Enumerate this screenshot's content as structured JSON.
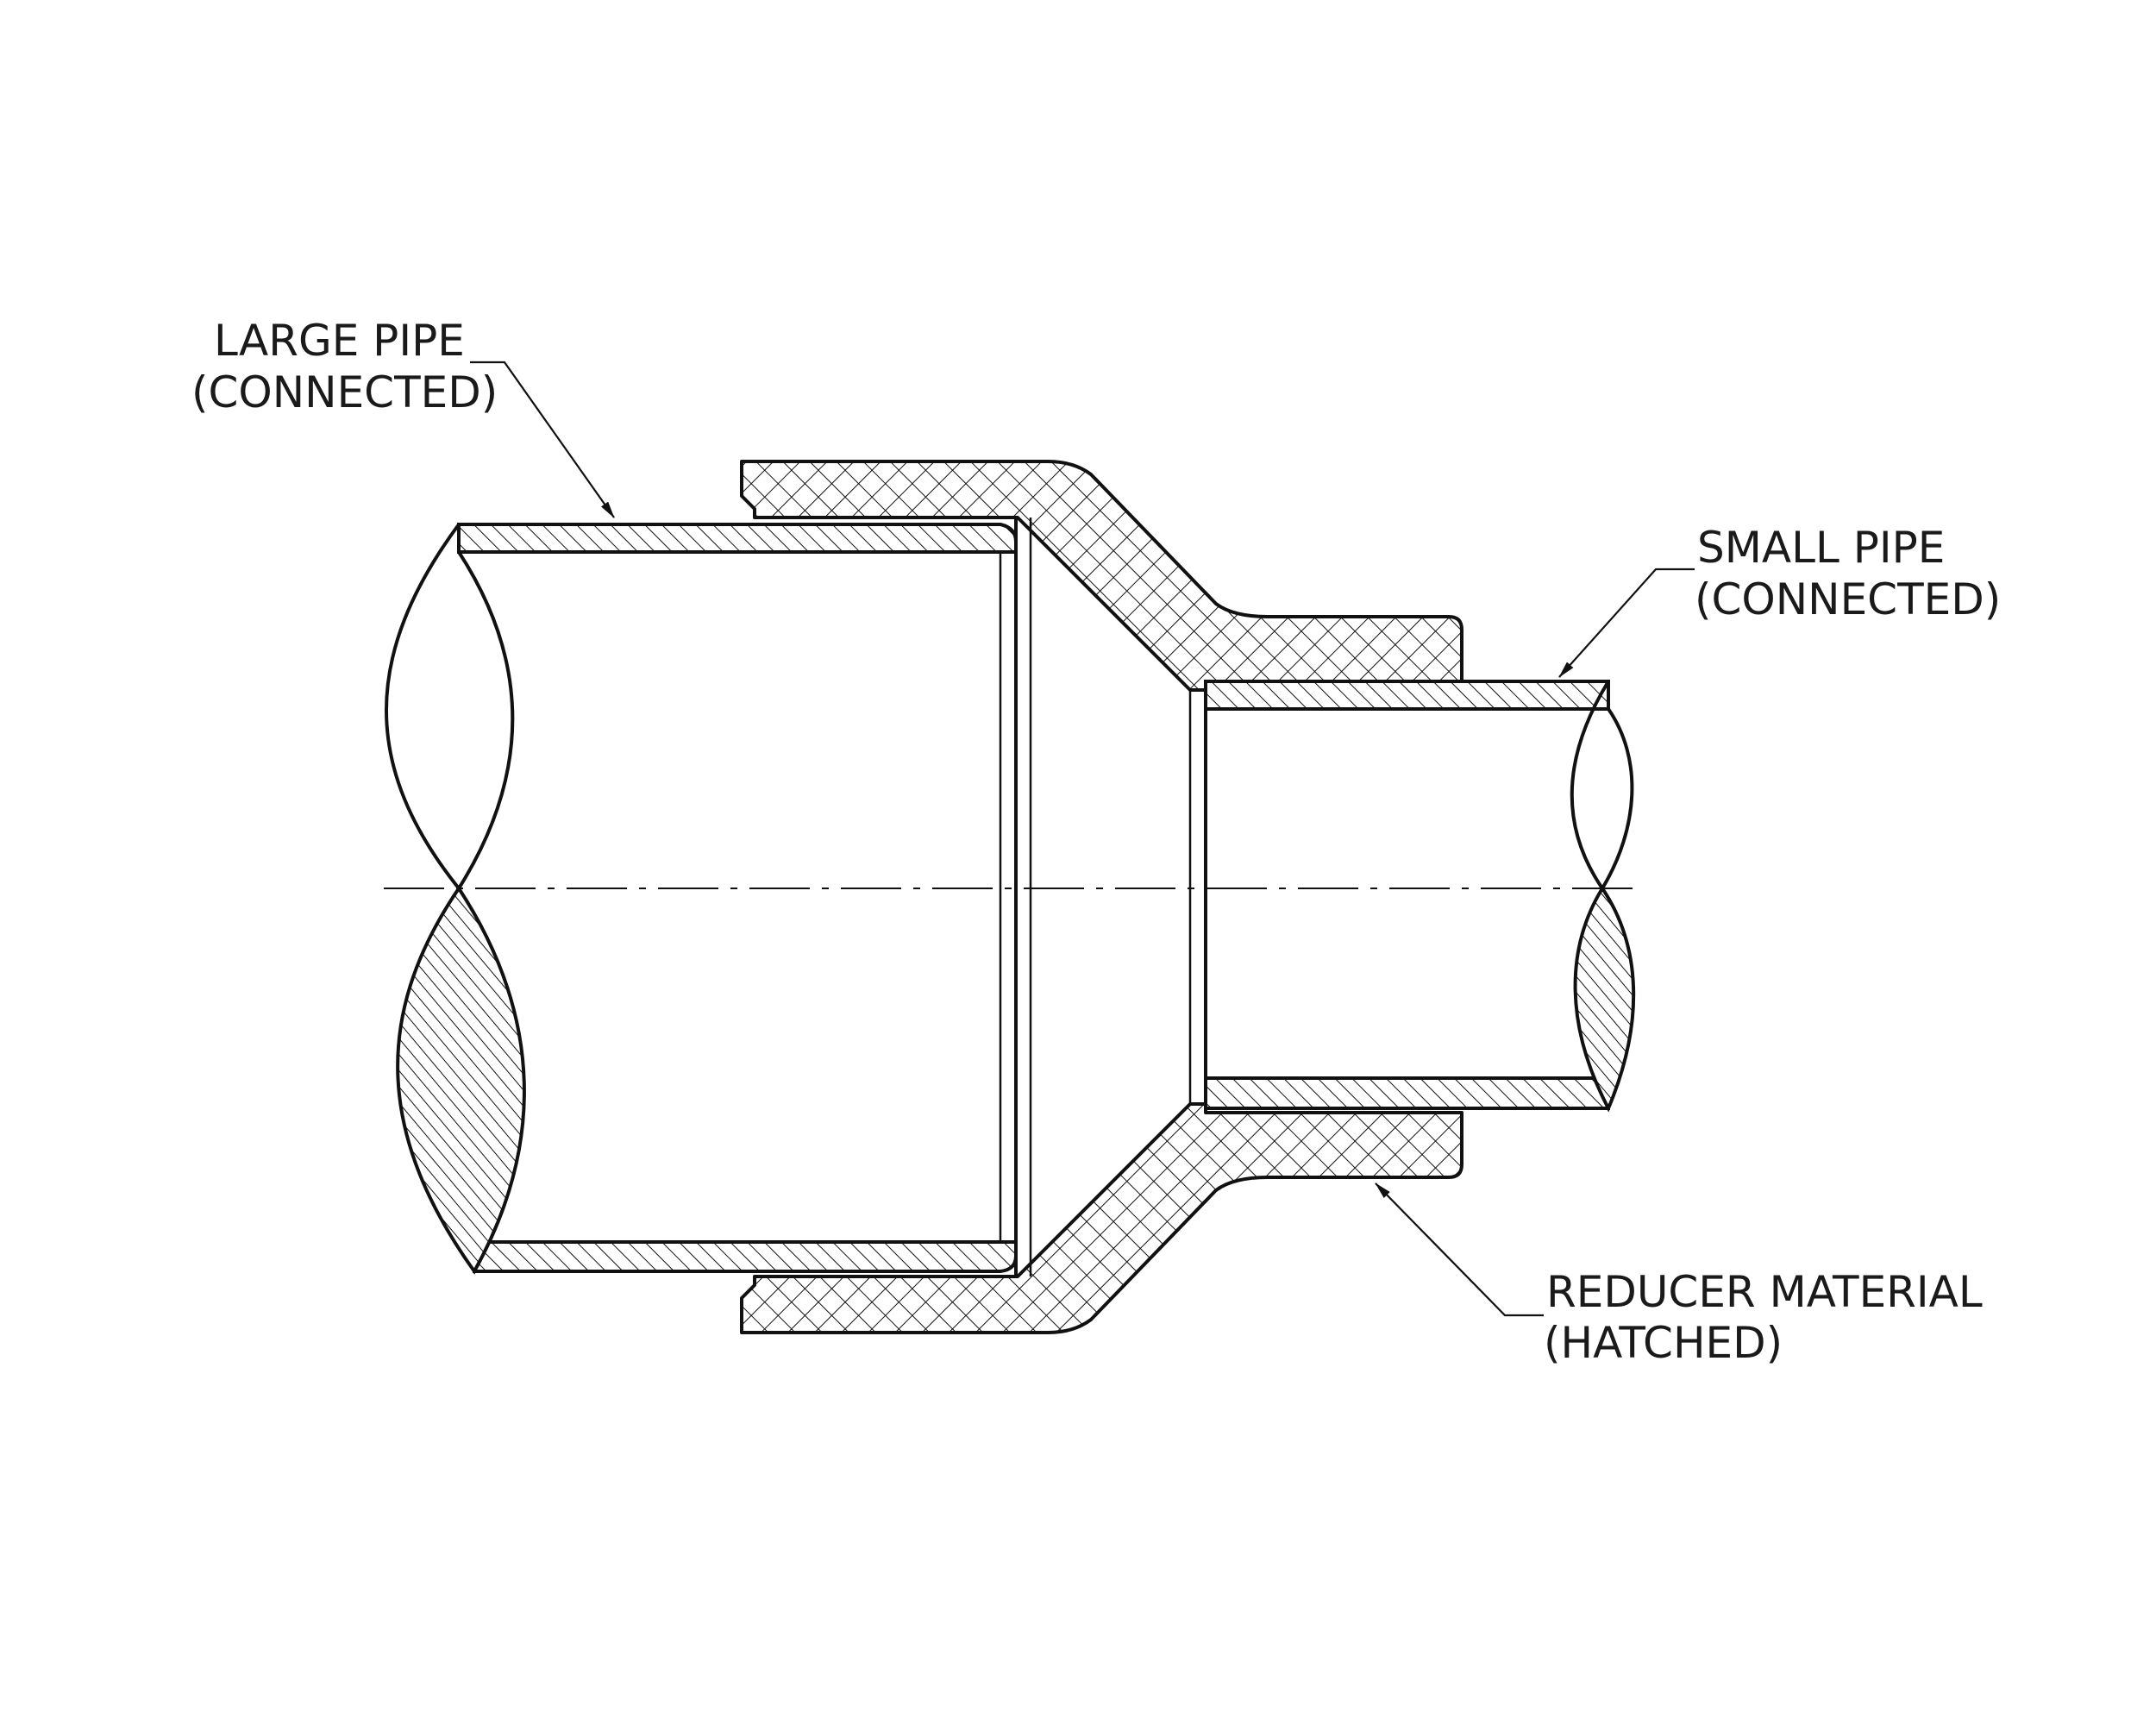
{
  "labels": {
    "large_pipe": {
      "line1": "LARGE PIPE",
      "line2": "(CONNECTED)"
    },
    "small_pipe": {
      "line1": "SMALL PIPE",
      "line2": "(CONNECTED)"
    },
    "reducer": {
      "line1": "REDUCER MATERIAL",
      "line2": "(HATCHED)"
    }
  },
  "colors": {
    "line": "#111111",
    "background": "#ffffff"
  }
}
